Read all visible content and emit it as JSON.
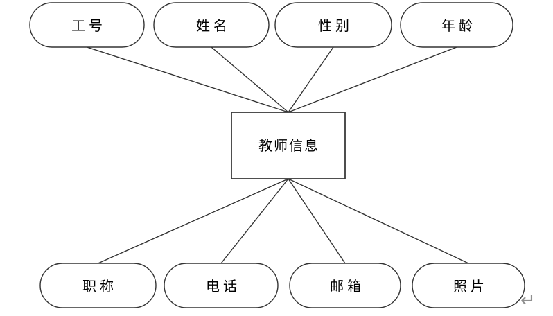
{
  "diagram": {
    "type": "er-attribute-diagram",
    "entity": {
      "label": "教师信息"
    },
    "top_attributes": [
      {
        "label": "工号"
      },
      {
        "label": "姓名"
      },
      {
        "label": "性别"
      },
      {
        "label": "年龄"
      }
    ],
    "bottom_attributes": [
      {
        "label": "职称"
      },
      {
        "label": "电话"
      },
      {
        "label": "邮箱"
      },
      {
        "label": "照片"
      }
    ],
    "colors": {
      "background": "#ffffff",
      "shape_stroke": "#333333",
      "shape_fill": "#ffffff",
      "text": "#000000",
      "return_mark": "#8f8f8f"
    },
    "return_mark_glyph": "↵"
  }
}
